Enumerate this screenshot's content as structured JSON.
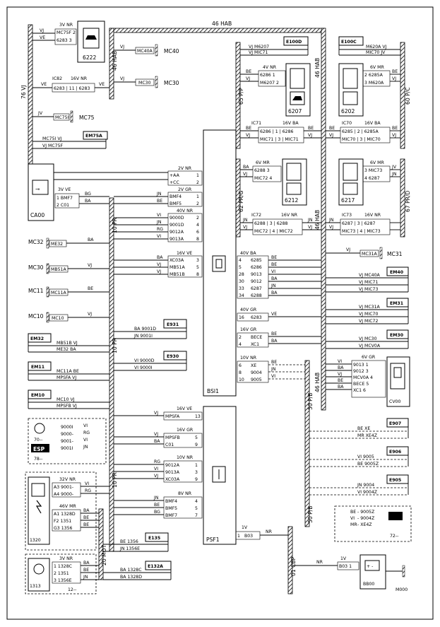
{
  "diagram": {
    "connectors_top": {
      "ground_76vj": "76 VJ",
      "hab_top": "46 HAB",
      "hab_mid": "46 HAB",
      "hab_left": "46 HAB",
      "pp65": "65 P/P",
      "pc60": "60 P/C",
      "prg62": "62 PR/G",
      "prd67": "67 PR/D",
      "hab_center": "46 HAB",
      "hab_lower": "46 HAB",
      "pr10_top": "10 PR",
      "pr10_mid": "10 PR",
      "pr10_low": "10 PR",
      "mot20": "20 MOT",
      "cbp01": "01 CBP",
      "pb50_top": "50 P/B",
      "pb50_low": "50 P/B"
    },
    "blocks": {
      "b6222": {
        "code": "6222",
        "conn_top": "3V NR",
        "conn_mid": "16V NR",
        "conn_mid_code": "IC82"
      },
      "b6207": {
        "code": "6207",
        "conn": "4V NR",
        "conn2": "16V BA",
        "conn2_code": "IC71"
      },
      "b6202": {
        "code": "6202",
        "conn": "6V MR",
        "conn2": "16V BA",
        "conn2_code": "IC70"
      },
      "b6212": {
        "code": "6212",
        "conn": "6V MR",
        "conn2": "16V NR",
        "conn2_code": "IC72"
      },
      "b6217": {
        "code": "6217",
        "conn": "6V MR",
        "conn2": "16V NR",
        "conn2_code": "IC73"
      },
      "ca00": {
        "code": "CA00",
        "conn": "3V VE"
      },
      "bsi1": {
        "code": "BSI1"
      },
      "psf1": {
        "code": "PSF1"
      },
      "cv00": {
        "code": "CV00",
        "conn": "6V GR"
      },
      "b1320": {
        "code": "1320",
        "conn_a": "32V NR",
        "conn_b": "46V MR"
      },
      "b1313": {
        "code": "1313",
        "conn": "3V NR",
        "footnote": "12--"
      },
      "b8800": {
        "code": "BB00",
        "conn": "1V",
        "ground": "M000"
      },
      "esp": {
        "code": "ESP",
        "footnote_a": "70--",
        "footnote_b": "78--"
      },
      "switch72": {
        "footnote": "72--"
      }
    },
    "ground_pts": {
      "mc40": "MC40",
      "mc30t": "MC30",
      "mc75": "MC75",
      "mc32": "MC32",
      "mc30": "MC30",
      "mc11": "MC11",
      "mc10": "MC10",
      "mc31": "MC31"
    },
    "ref_boxes": {
      "e100d": "E100D",
      "e100c": "E100C",
      "em75a": "EM75A",
      "e931": "E931",
      "e930": "E930",
      "em32": "EM32",
      "em11": "EM11",
      "em10": "EM10",
      "em40": "EM40",
      "em31": "EM31",
      "em30": "EM30",
      "e907": "E907",
      "e906": "E906",
      "e905": "E905",
      "e135": "E135",
      "e132a": "E132A"
    },
    "bsi_conns": {
      "c1": {
        "name": "2V NR",
        "pins": [
          [
            "+AA",
            "1"
          ],
          [
            "+CC",
            "2"
          ]
        ]
      },
      "c2": {
        "name": "2V GR",
        "pins": [
          [
            "BMF4",
            "1"
          ],
          [
            "BMF5",
            "2"
          ]
        ]
      },
      "c3": {
        "name": "40V NR",
        "pins": [
          [
            "9000D",
            "2"
          ],
          [
            "9001D",
            "4"
          ],
          [
            "9012A",
            "6"
          ],
          [
            "9013A",
            "8"
          ]
        ]
      },
      "c4": {
        "name": "16V VE",
        "pins": [
          [
            "XC03A",
            "3"
          ],
          [
            "MB51A",
            "5"
          ],
          [
            "MB51B",
            "8"
          ]
        ]
      },
      "c5": {
        "name": "40V BA",
        "pins": [
          [
            "4",
            "6285"
          ],
          [
            "5",
            "6286"
          ],
          [
            "28",
            "9013"
          ],
          [
            "30",
            "9012"
          ],
          [
            "33",
            "6287"
          ],
          [
            "34",
            "6288"
          ]
        ]
      },
      "c6": {
        "name": "40V GR",
        "pins": [
          [
            "16",
            "6283"
          ]
        ]
      },
      "c7": {
        "name": "16V GR",
        "pins": [
          [
            "2",
            "BECE"
          ],
          [
            "4",
            "XC1"
          ]
        ]
      },
      "c8": {
        "name": "10V NR",
        "pins": [
          [
            "6",
            "XE"
          ],
          [
            "8",
            "9004"
          ],
          [
            "10",
            "9005"
          ]
        ]
      }
    },
    "psf_conns": {
      "p1": {
        "name": "16V VE",
        "pins": [
          [
            "MPSFA",
            "13"
          ]
        ]
      },
      "p2": {
        "name": "16V GR",
        "pins": [
          [
            "MPSFB",
            "5"
          ],
          [
            "C01",
            "9"
          ]
        ]
      },
      "p3": {
        "name": "10V NR",
        "pins": [
          [
            "9012A",
            "1"
          ],
          [
            "9013A",
            "3"
          ],
          [
            "XC03A",
            "9"
          ]
        ]
      },
      "p4": {
        "name": "8V NR",
        "pins": [
          [
            "BMF4",
            "4"
          ],
          [
            "BMF5",
            "5"
          ],
          [
            "BMF7",
            "7"
          ]
        ]
      },
      "p5": {
        "name": "1V",
        "pins": [
          [
            "1",
            "B03"
          ]
        ]
      }
    },
    "wire_labels": {
      "w1": "VJ M6207",
      "w2": "VJ MIC71",
      "w3": "M620A VJ",
      "w4": "MIC70 JV",
      "w5": "BA 9001D",
      "w6": "JN 9001I",
      "w7": "VI 9000D",
      "w8": "VI 9000I",
      "w9": "VJ MC40A",
      "w10": "VJ MIC71",
      "w11": "VJ MIC73",
      "w12": "VJ MC31A",
      "w13": "VJ MIC70",
      "w14": "VJ MIC72",
      "w15": "VJ MC30",
      "w16": "VJ MCV0A",
      "w17": "BE XE",
      "w18": "MR XE4Z",
      "w19": "VI 9005",
      "w20": "BE 9005Z",
      "w21": "JN 9004",
      "w22": "VI 9004Z",
      "w23": "BE 1356",
      "w24": "JN 1356E",
      "w25": "BA 1328C",
      "w26": "BA 1328D",
      "w27": "MC75I VJ",
      "w28": "VJ MC75F",
      "w29": "MB51B VJ",
      "w30": "ME32 BA",
      "w31": "MC11A BE",
      "w32": "MPSFA VJ",
      "w33": "MC10 VJ",
      "w34": "MPSFB VJ",
      "w35": "NR"
    }
  }
}
